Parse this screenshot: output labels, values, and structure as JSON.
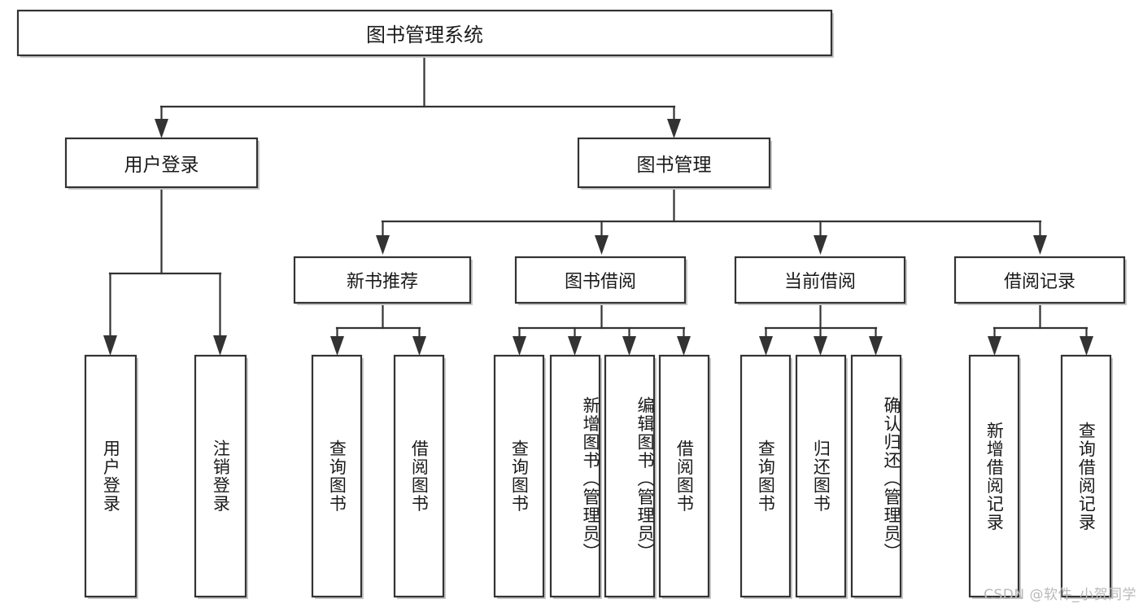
{
  "diagram": {
    "title": "图书管理系统",
    "type": "hierarchy-tree",
    "watermark": "CSDN @软件_小贺同学",
    "colors": {
      "box_fill": "#ffffff",
      "box_stroke": "#333333",
      "text": "#1a1a1a",
      "background": "#ffffff",
      "watermark": "#b9b9b9"
    },
    "levels": [
      {
        "level": 1,
        "nodes": [
          {
            "id": "root",
            "label": "图书管理系统",
            "orientation": "horizontal"
          }
        ]
      },
      {
        "level": 2,
        "nodes": [
          {
            "id": "login",
            "label": "用户登录",
            "orientation": "horizontal",
            "parent": "root"
          },
          {
            "id": "bookmgmt",
            "label": "图书管理",
            "orientation": "horizontal",
            "parent": "root"
          }
        ]
      },
      {
        "level": 3,
        "nodes": [
          {
            "id": "newbook",
            "label": "新书推荐",
            "orientation": "horizontal",
            "parent": "bookmgmt"
          },
          {
            "id": "borrow",
            "label": "图书借阅",
            "orientation": "horizontal",
            "parent": "bookmgmt"
          },
          {
            "id": "current",
            "label": "当前借阅",
            "orientation": "horizontal",
            "parent": "bookmgmt"
          },
          {
            "id": "records",
            "label": "借阅记录",
            "orientation": "horizontal",
            "parent": "bookmgmt"
          }
        ]
      },
      {
        "level": 4,
        "nodes": [
          {
            "id": "leaf1",
            "label": "用户登录",
            "orientation": "vertical",
            "parent": "login"
          },
          {
            "id": "leaf2",
            "label": "注销登录",
            "orientation": "vertical",
            "parent": "login"
          },
          {
            "id": "leaf3",
            "label": "查询图书",
            "orientation": "vertical",
            "parent": "newbook"
          },
          {
            "id": "leaf4",
            "label": "借阅图书",
            "orientation": "vertical",
            "parent": "newbook"
          },
          {
            "id": "leaf5",
            "label": "查询图书",
            "orientation": "vertical",
            "parent": "borrow"
          },
          {
            "id": "leaf6",
            "label": "新增图书（管理员）",
            "orientation": "vertical",
            "parent": "borrow"
          },
          {
            "id": "leaf7",
            "label": "编辑图书（管理员）",
            "orientation": "vertical",
            "parent": "borrow"
          },
          {
            "id": "leaf8",
            "label": "借阅图书",
            "orientation": "vertical",
            "parent": "borrow"
          },
          {
            "id": "leaf9",
            "label": "查询图书",
            "orientation": "vertical",
            "parent": "current"
          },
          {
            "id": "leaf10",
            "label": "归还图书",
            "orientation": "vertical",
            "parent": "current"
          },
          {
            "id": "leaf11",
            "label": "确认归还（管理员）",
            "orientation": "vertical",
            "parent": "current"
          },
          {
            "id": "leaf12",
            "label": "新增借阅记录",
            "orientation": "vertical",
            "parent": "records"
          },
          {
            "id": "leaf13",
            "label": "查询借阅记录",
            "orientation": "vertical",
            "parent": "records"
          }
        ]
      }
    ]
  }
}
